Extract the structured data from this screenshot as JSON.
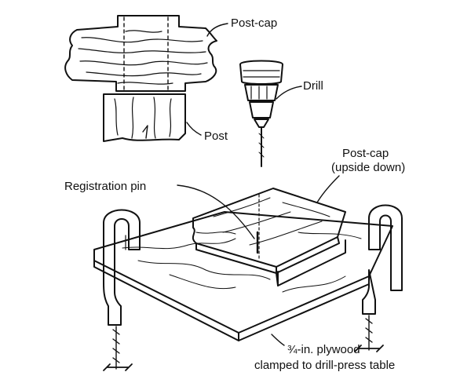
{
  "labels": {
    "post_cap": "Post-cap",
    "drill": "Drill",
    "post": "Post",
    "post_cap_flipped_1": "Post-cap",
    "post_cap_flipped_2": "(upside down)",
    "registration_pin": "Registration pin",
    "plywood_1": "¾-in. plywood",
    "plywood_2": "clamped to drill-press table"
  },
  "colors": {
    "ink": "#111111",
    "paper": "#ffffff"
  }
}
